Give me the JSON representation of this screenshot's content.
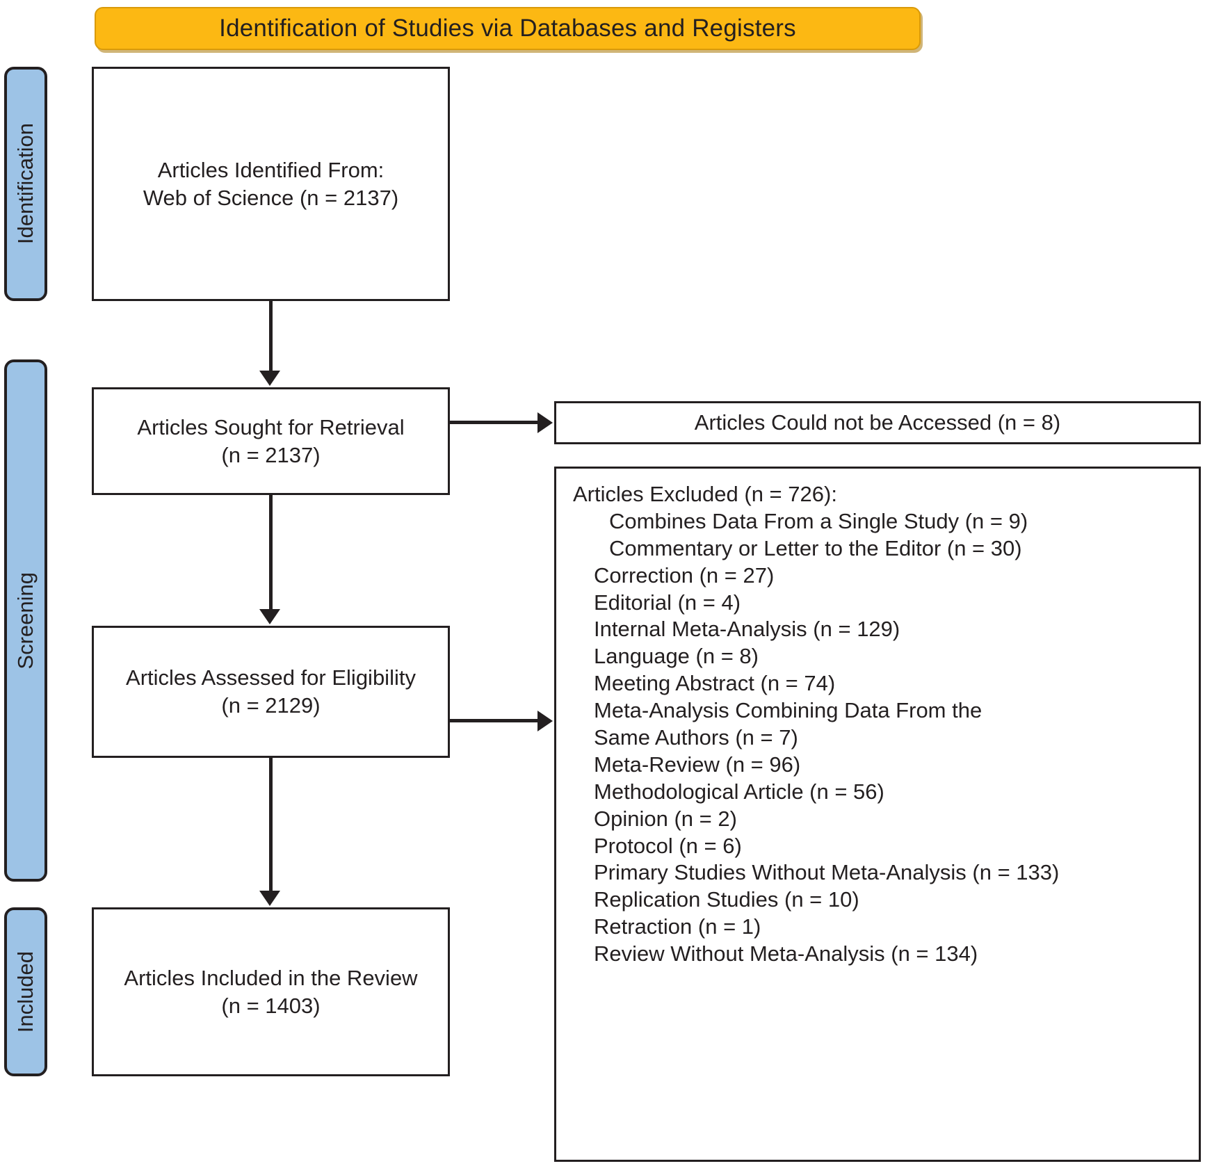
{
  "header": {
    "title": "Identification of Studies via Databases and Registers",
    "color": "#fcb813"
  },
  "stages": {
    "accent_color": "#9dc3e6",
    "identification": "Identification",
    "screening": "Screening",
    "included": "Included"
  },
  "boxes": {
    "identified": {
      "line1": "Articles Identified From:",
      "line2": "Web of Science (n = 2137)"
    },
    "sought": {
      "line1": "Articles Sought for Retrieval",
      "line2": "(n = 2137)"
    },
    "assessed": {
      "line1": "Articles Assessed for Eligibility",
      "line2": "(n = 2129)"
    },
    "included": {
      "line1": "Articles Included in the Review",
      "line2": "(n = 1403)"
    },
    "not_accessed": {
      "line1": "Articles Could not be Accessed (n = 8)"
    }
  },
  "excluded": {
    "heading": "Articles Excluded (n = 726):",
    "items": [
      "Combines Data From a Single Study (n = 9)",
      "Commentary or Letter to the Editor (n = 30)",
      "Correction (n = 27)",
      "Editorial (n = 4)",
      "Internal Meta-Analysis (n = 129)",
      "Language (n = 8)",
      "Meeting Abstract (n = 74)",
      "Meta-Analysis Combining Data From the",
      "Same Authors (n = 7)",
      "Meta-Review (n = 96)",
      "Methodological Article (n = 56)",
      "Opinion (n = 2)",
      "Protocol (n = 6)",
      "Primary Studies Without Meta-Analysis (n = 133)",
      "Replication Studies (n = 10)",
      "Retraction (n = 1)",
      "Review Without Meta-Analysis (n = 134)"
    ]
  },
  "chart_data": {
    "type": "diagram",
    "title": "Identification of Studies via Databases and Registers",
    "flow": [
      {
        "stage": "Identification",
        "label": "Articles Identified From: Web of Science",
        "n": 2137
      },
      {
        "stage": "Screening",
        "label": "Articles Sought for Retrieval",
        "n": 2137
      },
      {
        "stage": "Screening",
        "label": "Articles Could not be Accessed",
        "n": 8
      },
      {
        "stage": "Screening",
        "label": "Articles Assessed for Eligibility",
        "n": 2129
      },
      {
        "stage": "Screening",
        "label": "Articles Excluded",
        "n": 726
      },
      {
        "stage": "Included",
        "label": "Articles Included in the Review",
        "n": 1403
      }
    ],
    "exclusion_reasons": [
      {
        "reason": "Combines Data From a Single Study",
        "n": 9
      },
      {
        "reason": "Commentary or Letter to the Editor",
        "n": 30
      },
      {
        "reason": "Correction",
        "n": 27
      },
      {
        "reason": "Editorial",
        "n": 4
      },
      {
        "reason": "Internal Meta-Analysis",
        "n": 129
      },
      {
        "reason": "Language",
        "n": 8
      },
      {
        "reason": "Meeting Abstract",
        "n": 74
      },
      {
        "reason": "Meta-Analysis Combining Data From the Same Authors",
        "n": 7
      },
      {
        "reason": "Meta-Review",
        "n": 96
      },
      {
        "reason": "Methodological Article",
        "n": 56
      },
      {
        "reason": "Opinion",
        "n": 2
      },
      {
        "reason": "Protocol",
        "n": 6
      },
      {
        "reason": "Primary Studies Without Meta-Analysis",
        "n": 133
      },
      {
        "reason": "Replication Studies",
        "n": 10
      },
      {
        "reason": "Retraction",
        "n": 1
      },
      {
        "reason": "Review Without Meta-Analysis",
        "n": 134
      }
    ]
  }
}
